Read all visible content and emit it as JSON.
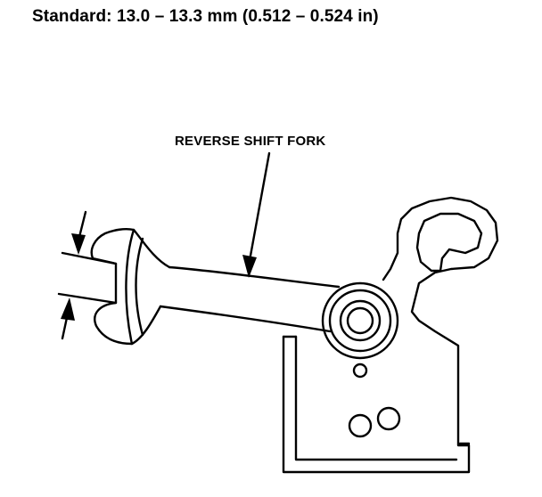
{
  "spec": {
    "label": "Standard:",
    "value": "13.0 – 13.3 mm (0.512 – 0.524 in)"
  },
  "callout": {
    "part_name": "REVERSE SHIFT FORK"
  },
  "colors": {
    "ink": "#000000",
    "paper": "#ffffff"
  }
}
